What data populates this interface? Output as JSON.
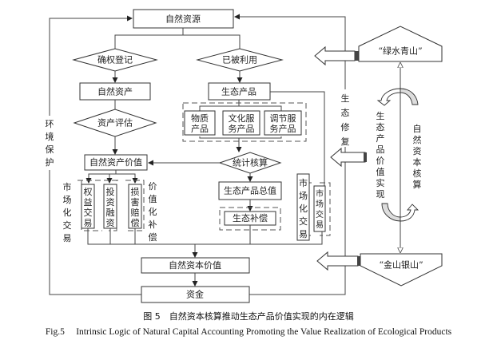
{
  "nodes": {
    "natural_resources": "自然资源",
    "rights_registration": "确权登记",
    "utilized": "已被利用",
    "natural_assets": "自然资产",
    "ecological_products": "生态产品",
    "asset_evaluation": "资产评估",
    "material_products": [
      "物质",
      "产品"
    ],
    "cultural_services": [
      "文化服",
      "务产品"
    ],
    "regulating_services": [
      "调节服",
      "务产品"
    ],
    "natural_asset_value": "自然资产价值",
    "statistical_accounting": "统计核算",
    "gep": "生态产品总值",
    "eco_compensation": "生态补偿",
    "equity_trading": "权益交易",
    "investment_financing": "投资融资",
    "damage_compensation": "损害赔偿",
    "market_trading": "市场交易",
    "natural_capital_value": "自然资本价值",
    "funds": "资金",
    "green_mountains": "“绿水青山”",
    "gold_mountains": "“金山银山”"
  },
  "labels": {
    "environmental_protection": "环境保护",
    "marketized_trading_left": "市场化交易",
    "value_compensation": "价值化补偿",
    "marketized_trading_right": "市场化交易",
    "ecological_restoration": "生态修复",
    "eco_product_value_realization": "生态产品价值实现",
    "natural_capital_accounting": "自然资本核算"
  },
  "caption": {
    "cn": "图 5　自然资本核算推动生态产品价值实现的内在逻辑",
    "en": "Fig.5　 Intrinsic Logic of Natural Capital Accounting Promoting the Value Realization of Ecological Products"
  }
}
